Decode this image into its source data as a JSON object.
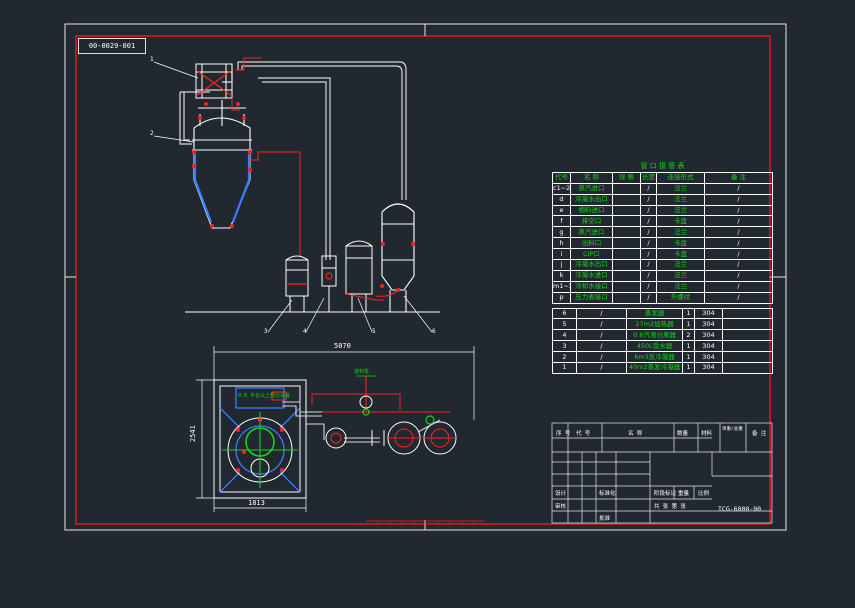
{
  "drawing_code": "00-0029-001",
  "nozzle_table": {
    "title": "管 口 接 管 表",
    "headers": [
      "代号",
      "名 称",
      "规 格",
      "长度",
      "连接形式",
      "备 注"
    ],
    "rows": [
      [
        "c1~2",
        "蒸汽进口",
        "",
        "/",
        "法兰",
        "/"
      ],
      [
        "d",
        "冷凝水出口",
        "",
        "/",
        "法兰",
        "/"
      ],
      [
        "e",
        "物料进口",
        "",
        "/",
        "法兰",
        "/"
      ],
      [
        "f",
        "排空口",
        "",
        "/",
        "卡盘",
        "/"
      ],
      [
        "g",
        "蒸汽进口",
        "",
        "/",
        "法兰",
        "/"
      ],
      [
        "h",
        "出料口",
        "",
        "/",
        "卡盘",
        "/"
      ],
      [
        "i",
        "CIP口",
        "",
        "/",
        "卡盘",
        "/"
      ],
      [
        "j",
        "冷凝水出口",
        "",
        "/",
        "法兰",
        "/"
      ],
      [
        "k",
        "冷凝水进口",
        "",
        "/",
        "法兰",
        "/"
      ],
      [
        "m1~2",
        "冷却水接口",
        "",
        "/",
        "法兰",
        "/"
      ],
      [
        "p",
        "压力表接口",
        "",
        "/",
        "外螺纹",
        "/"
      ]
    ]
  },
  "parts_list": {
    "rows": [
      [
        "6",
        "/",
        "蒸发器",
        "1",
        "304"
      ],
      [
        "5",
        "/",
        "27m2加热器",
        "1",
        "304"
      ],
      [
        "4",
        "/",
        "0.6汽液分离器",
        "2",
        "304"
      ],
      [
        "3",
        "/",
        "450L受水器",
        "1",
        "304"
      ],
      [
        "2",
        "/",
        "6m3反冷凝器",
        "1",
        "304"
      ],
      [
        "1",
        "/",
        "40m2蒸发冷凝器",
        "1",
        "304"
      ]
    ],
    "headers": [
      "序 号",
      "代 号",
      "名 称",
      "数量",
      "材料",
      "单重/总重",
      "备 注"
    ]
  },
  "title_block": {
    "code": "TCG-6000-00",
    "labels": [
      "设计",
      "审核",
      "标准化",
      "批准",
      "阶段标记",
      "重量",
      "比例",
      "共 张 第 张"
    ]
  },
  "callouts": [
    "1",
    "2",
    "3",
    "4",
    "5",
    "6"
  ],
  "plan_view": {
    "dim_top": "5070",
    "dim_left": "2541",
    "dim_bottom": "1813",
    "note_platform": "0.0 平台以上部分设备",
    "note_pump": "进料泵"
  }
}
